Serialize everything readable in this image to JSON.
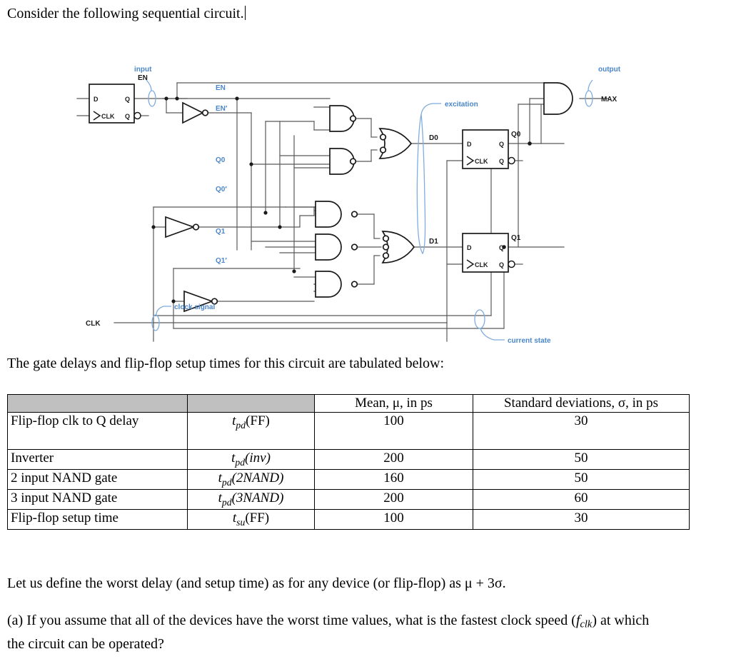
{
  "intro": {
    "text": "Consider the following sequential circuit."
  },
  "circuit": {
    "annotations": {
      "input": "input",
      "excitation": "excitation",
      "output": "output",
      "clock_signal": "clock signal",
      "current_state": "current state"
    },
    "signal_labels": {
      "en": "EN",
      "en_bar": "EN'",
      "q0": "Q0",
      "q0_bar": "Q0'",
      "q1": "Q1",
      "q1_bar": "Q1'",
      "d0": "D0",
      "d1": "D1",
      "q0_out": "Q0",
      "q1_out": "Q1",
      "en_top": "EN",
      "max": "MAX",
      "clk_in": "CLK"
    },
    "ff_pins": {
      "d": "D",
      "q": "Q",
      "clk": "CLK",
      "qbar": "Q"
    }
  },
  "table_intro": {
    "text": "The gate delays and flip-flop setup times for this circuit are tabulated below:"
  },
  "delay_table": {
    "headers": {
      "col1": "",
      "col2": "",
      "mean": "Mean, μ, in ps",
      "stddev": "Standard deviations, σ, in ps"
    },
    "rows": [
      {
        "name": "Flip-flop clk to Q delay",
        "sym_t": "t",
        "sym_sub": "pd",
        "sym_arg": "(FF)",
        "mean": "100",
        "stddev": "30"
      },
      {
        "name": "Inverter",
        "sym_t": "t",
        "sym_sub": "pd",
        "sym_arg": "(inv)",
        "mean": "200",
        "stddev": "50"
      },
      {
        "name": "2 input NAND gate",
        "sym_t": "t",
        "sym_sub": "pd",
        "sym_arg": "(2NAND)",
        "mean": "160",
        "stddev": "50"
      },
      {
        "name": "3 input NAND gate",
        "sym_t": "t",
        "sym_sub": "pd",
        "sym_arg": "(3NAND)",
        "mean": "200",
        "stddev": "60"
      },
      {
        "name": "Flip-flop setup time",
        "sym_t": "t",
        "sym_sub": "su",
        "sym_arg": "(FF)",
        "mean": "100",
        "stddev": "30"
      }
    ]
  },
  "paragraphs": {
    "worst_delay": "Let us define the worst delay (and setup time) as for any device (or flip-flop) as μ + 3σ.",
    "question_a_part1": "(a) If you assume that all of the devices have the worst time values, what is the fastest clock speed (",
    "question_a_f": "f",
    "question_a_sub": "clk",
    "question_a_part2": ") at which the circuit can be operated?"
  },
  "colors": {
    "annotation_blue": "#4a86c8",
    "wire_gray": "#595959",
    "gate_black": "#1a1a1a",
    "header_gray": "#c0c0c0"
  }
}
